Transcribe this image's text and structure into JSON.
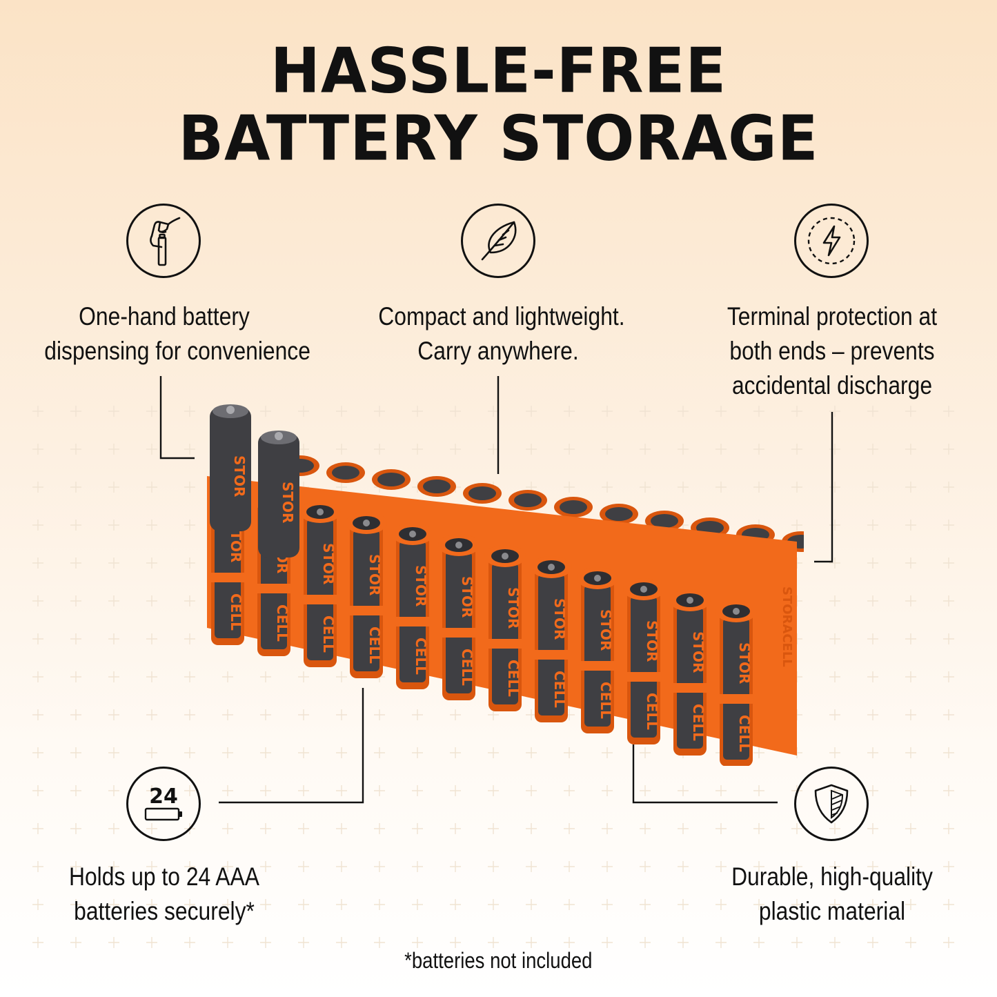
{
  "headline": {
    "line1": "HASSLE-FREE",
    "line2": "BATTERY STORAGE"
  },
  "features": {
    "one_hand": {
      "icon": "hand-dispense-icon",
      "lines": [
        "One-hand battery",
        "dispensing for convenience"
      ]
    },
    "compact": {
      "icon": "feather-icon",
      "lines": [
        "Compact and lightweight.",
        "Carry anywhere."
      ]
    },
    "terminal": {
      "icon": "lightning-protection-icon",
      "lines": [
        "Terminal protection at",
        "both ends – prevents",
        "accidental discharge"
      ]
    },
    "capacity": {
      "icon": "battery-count-icon",
      "badge_number": "24",
      "lines": [
        "Holds up to 24 AAA",
        "batteries securely*"
      ]
    },
    "durable": {
      "icon": "shield-icon",
      "lines": [
        "Durable, high-quality",
        "plastic material"
      ]
    }
  },
  "product": {
    "brand_label": "STORACELL",
    "battery_label_top": "STOR",
    "battery_label_bottom": "CELL",
    "holder_color": "#f26a1b",
    "holder_shade": "#d9560e",
    "battery_color": "#3f3f43"
  },
  "footnote": "*batteries not included",
  "colors": {
    "text": "#111111",
    "bg_top": "#fbe3c6",
    "bg_bottom": "#ffffff"
  }
}
